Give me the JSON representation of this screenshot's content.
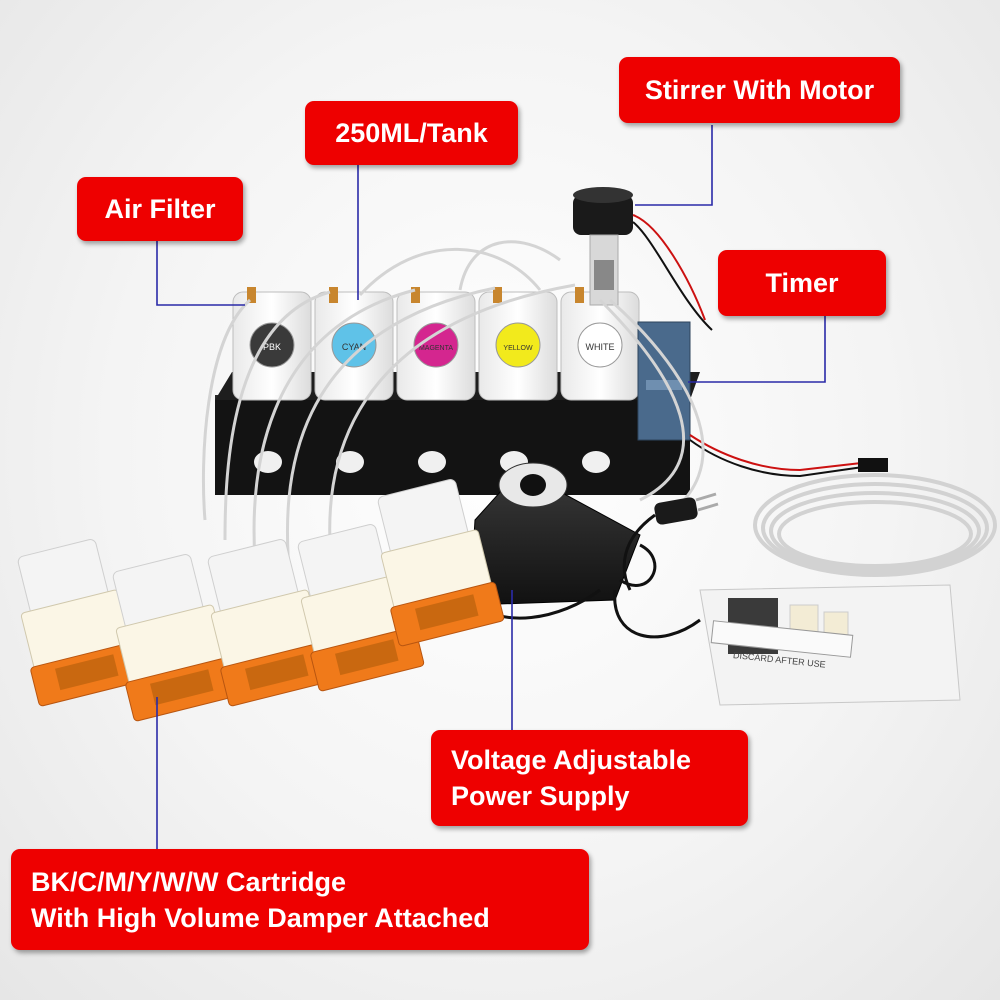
{
  "labels": {
    "stirrer": "Stirrer With Motor",
    "tank": "250ML/Tank",
    "air_filter": "Air Filter",
    "timer": "Timer",
    "power_supply": [
      "Voltage Adjustable",
      "Power Supply"
    ],
    "cartridge": [
      "BK/C/M/Y/W/W Cartridge",
      "With High Volume Damper Attached"
    ]
  },
  "tank_labels": [
    "PBK",
    "CYAN",
    "MAGENTA",
    "YELLOW",
    "WHITE"
  ],
  "tank_colors": [
    "#3a3a3a",
    "#5fc2e8",
    "#d4268f",
    "#f2ea1c",
    "#ffffff"
  ],
  "syringe_text": "DISCARD AFTER USE",
  "colors": {
    "callout_bg": "#ee0000",
    "callout_text": "#ffffff",
    "leader_line": "#2a2aa8"
  }
}
